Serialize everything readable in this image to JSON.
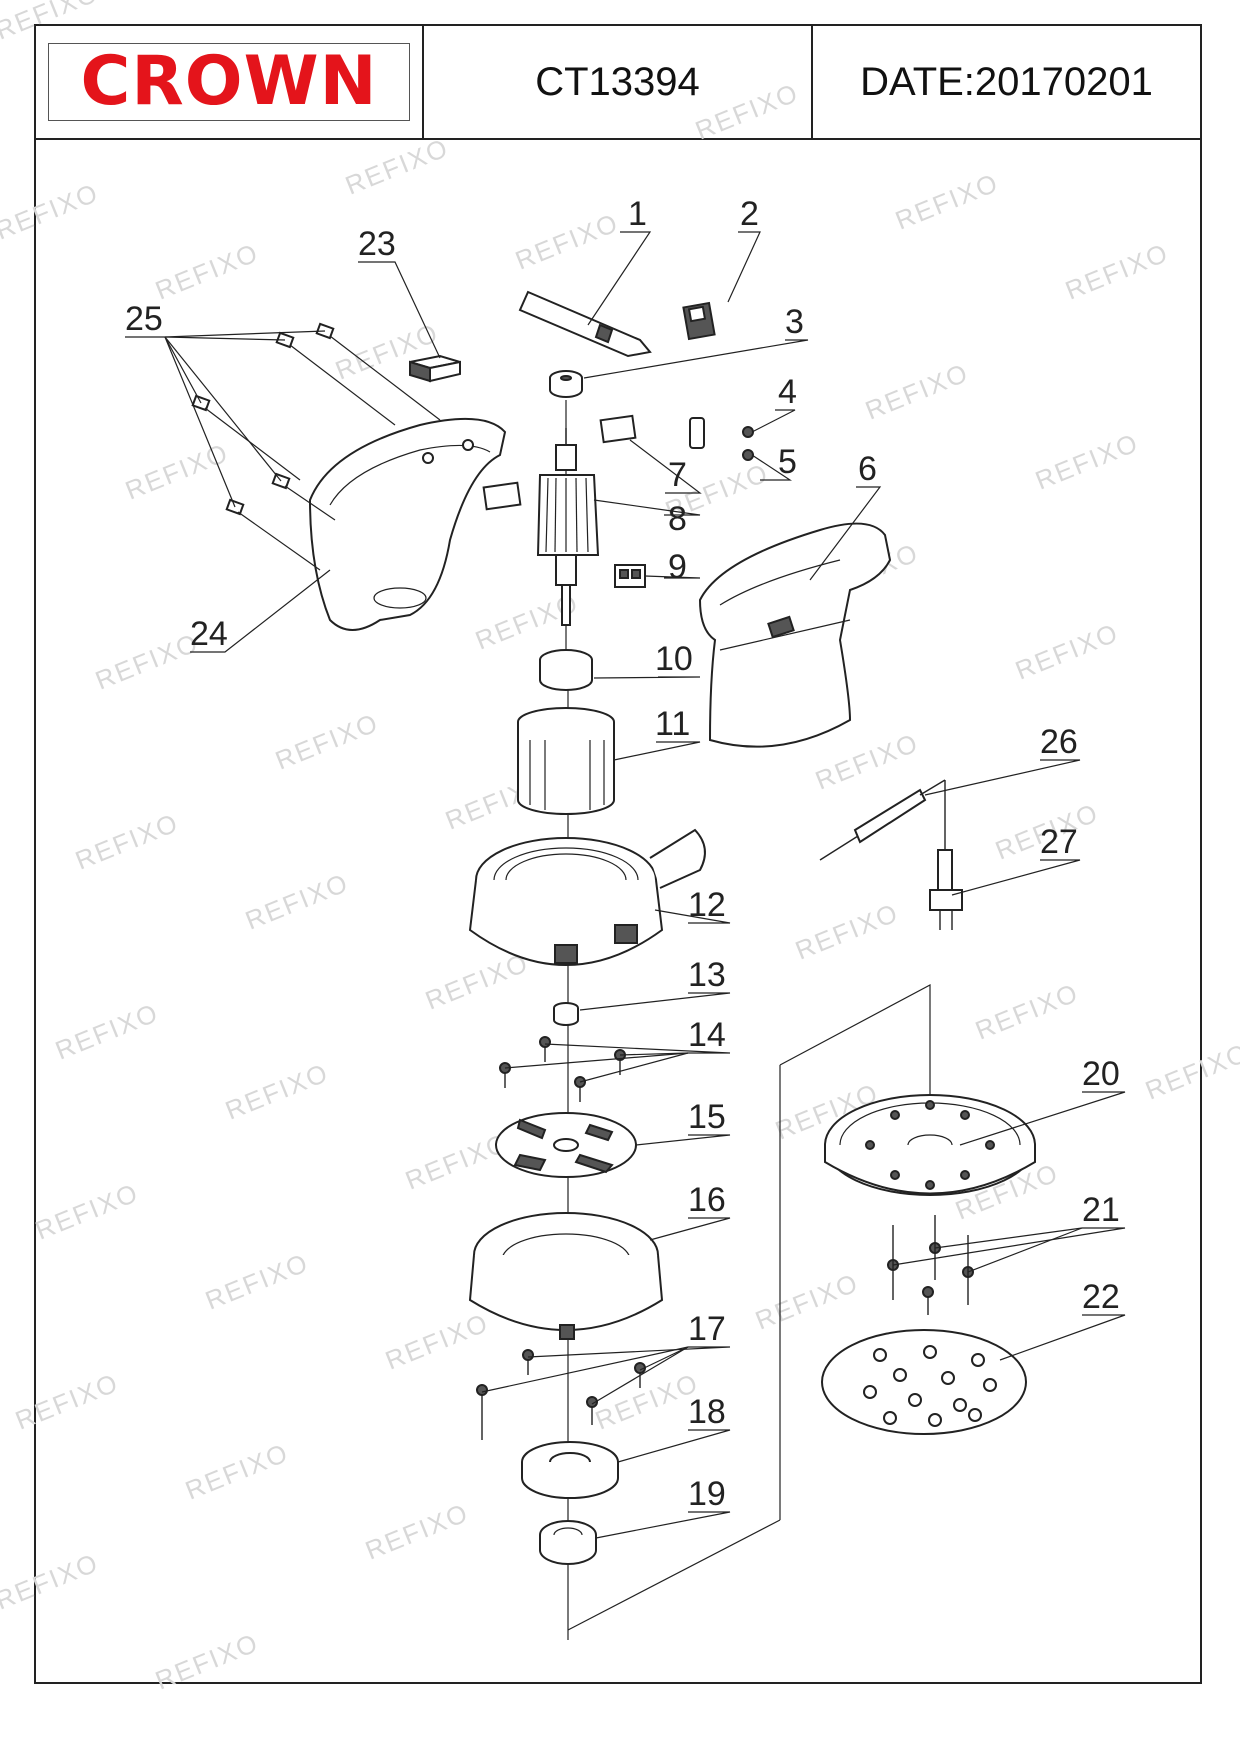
{
  "header": {
    "brand": "CROWN",
    "model": "CT13394",
    "date": "DATE:20170201"
  },
  "colors": {
    "brand_red": "#e4141b",
    "line": "#222222",
    "watermark": "#d8d8d8"
  },
  "watermark_text": "REFIXO",
  "part_numbers": [
    "1",
    "2",
    "3",
    "4",
    "5",
    "6",
    "7",
    "8",
    "9",
    "10",
    "11",
    "12",
    "13",
    "14",
    "15",
    "16",
    "17",
    "18",
    "19",
    "20",
    "21",
    "22",
    "23",
    "24",
    "25",
    "26",
    "27"
  ]
}
